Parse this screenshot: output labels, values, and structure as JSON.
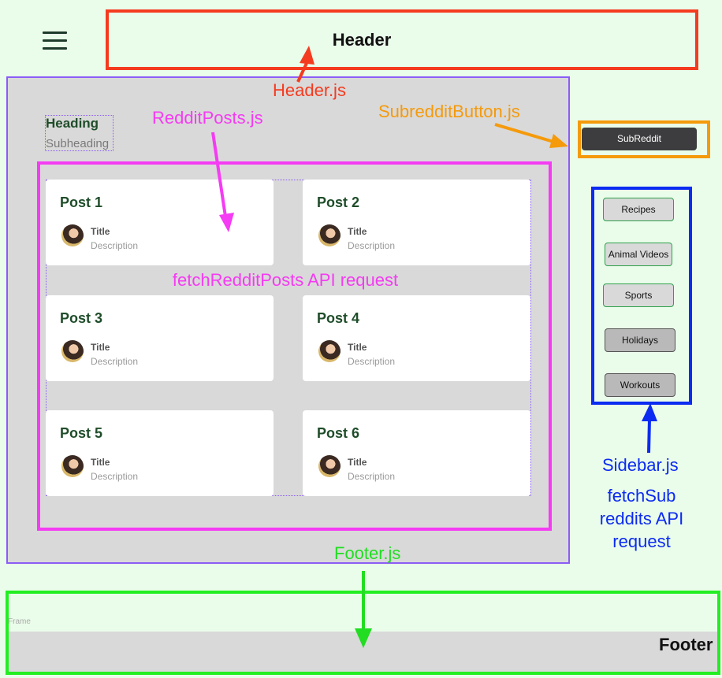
{
  "header": {
    "label": "Header",
    "component_note": "Header.js"
  },
  "main": {
    "heading": "Heading",
    "subheading": "Subheading",
    "component_note": "RedditPosts.js",
    "api_note": "fetchRedditPosts API request",
    "posts": [
      {
        "title": "Post 1",
        "item_title": "Title",
        "item_desc": "Description"
      },
      {
        "title": "Post 2",
        "item_title": "Title",
        "item_desc": "Description"
      },
      {
        "title": "Post 3",
        "item_title": "Title",
        "item_desc": "Description"
      },
      {
        "title": "Post 4",
        "item_title": "Title",
        "item_desc": "Description"
      },
      {
        "title": "Post 5",
        "item_title": "Title",
        "item_desc": "Description"
      },
      {
        "title": "Post 6",
        "item_title": "Title",
        "item_desc": "Description"
      }
    ]
  },
  "subreddit_button": {
    "label": "SubReddit",
    "component_note": "SubredditButton.js"
  },
  "sidebar": {
    "items": [
      {
        "label": "Recipes"
      },
      {
        "label": "Animal Videos"
      },
      {
        "label": "Sports"
      },
      {
        "label": "Holidays"
      },
      {
        "label": "Workouts"
      }
    ],
    "component_note": "Sidebar.js",
    "api_note": "fetchSub reddits API request"
  },
  "footer": {
    "frame_label": "Frame",
    "label": "Footer",
    "component_note": "Footer.js"
  },
  "colors": {
    "header_annotation": "#f53b1f",
    "posts_annotation": "#f53bf3",
    "button_annotation": "#f59a0b",
    "sidebar_annotation": "#0b2bf2",
    "footer_annotation": "#22ee22",
    "main_frame_border": "#8b5cf6",
    "background": "#eafcea"
  },
  "icons": {
    "menu": "hamburger-menu-icon",
    "avatar": "user-avatar-icon"
  }
}
